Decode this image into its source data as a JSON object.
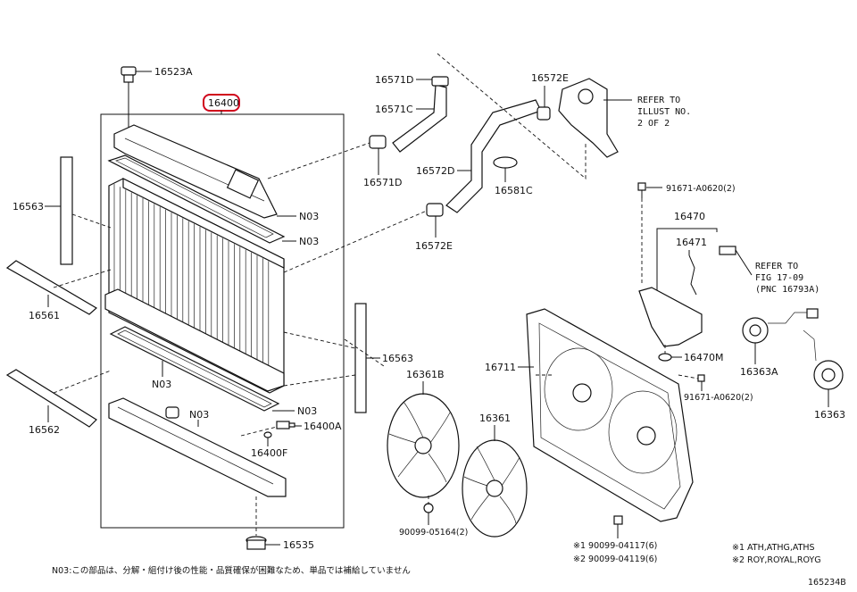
{
  "labels": {
    "p16400": "16400",
    "p16523A": "16523A",
    "p16563_left": "16563",
    "p16561": "16561",
    "p16562": "16562",
    "n03_a": "N03",
    "n03_b": "N03",
    "n03_c": "N03",
    "n03_d": "N03",
    "n03_e": "N03",
    "p16563_right": "16563",
    "p16400A": "16400A",
    "p16400F": "16400F",
    "p16535": "16535",
    "p16571D_top": "16571D",
    "p16571C": "16571C",
    "p16571D_bot": "16571D",
    "p16572D": "16572D",
    "p16581C": "16581C",
    "p16572E_top": "16572E",
    "p16572E_bot": "16572E",
    "refer_illust": [
      "REFER TO",
      "ILLUST NO.",
      "2 OF 2"
    ],
    "p91671_top": "91671-A0620(2)",
    "p16470": "16470",
    "p16471": "16471",
    "refer_fig": [
      "REFER TO",
      "FIG 17-09",
      "(PNC 16793A)"
    ],
    "p16711": "16711",
    "p16470M": "16470M",
    "p16363A": "16363A",
    "p91671_bot": "91671-A0620(2)",
    "p16363": "16363",
    "p16361B": "16361B",
    "p16361": "16361",
    "p90099_05164": "90099-05164(2)",
    "p90099_04117": "※1 90099-04117(6)",
    "p90099_04119": "※2 90099-04119(6)",
    "note1": "※1 ATH,ATHG,ATHS",
    "note2": "※2 ROY,ROYAL,ROYG",
    "footnote": "N03:この部品は、分解・組付け後の性能・品質確保が困難なため、単品では補給していません",
    "diagram_id": "165234B"
  },
  "colors": {
    "highlight": "#d0021b",
    "ink": "#111111"
  }
}
